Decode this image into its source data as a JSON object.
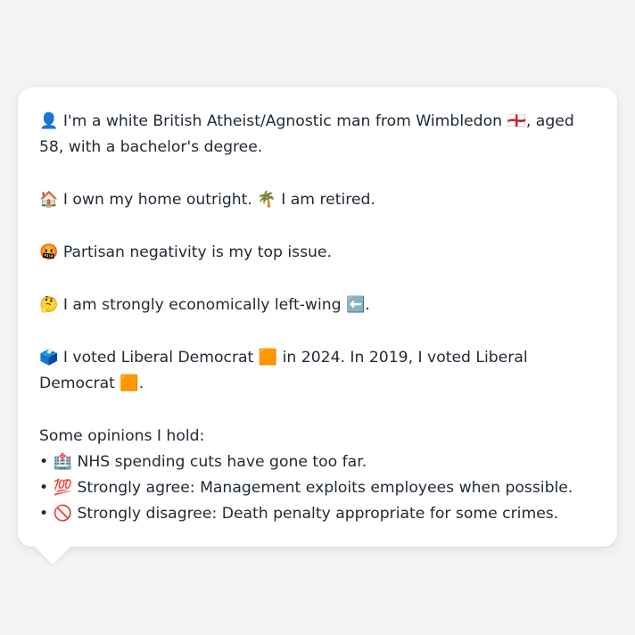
{
  "persona": {
    "identity": "👤 I'm a white British Atheist/Agnostic man from Wimbledon 🏴󠁧󠁢󠁥󠁮󠁧󠁿, aged 58, with a bachelor's degree.",
    "home": "🏠 I own my home outright. 🌴 I am retired.",
    "top_issue": "🤬 Partisan negativity is my top issue.",
    "economics": "🤔 I am strongly economically left-wing ⬅️.",
    "votes": "🗳️ I voted Liberal Democrat 🟧 in 2024. In 2019, I voted Liberal Democrat 🟧.",
    "opinions_heading": "Some opinions I hold:",
    "opinions": [
      "• 🏥 NHS spending cuts have gone too far.",
      "• 💯 Strongly agree: Management exploits employees when possible.",
      "• 🚫 Strongly disagree: Death penalty appropriate for some crimes."
    ]
  }
}
